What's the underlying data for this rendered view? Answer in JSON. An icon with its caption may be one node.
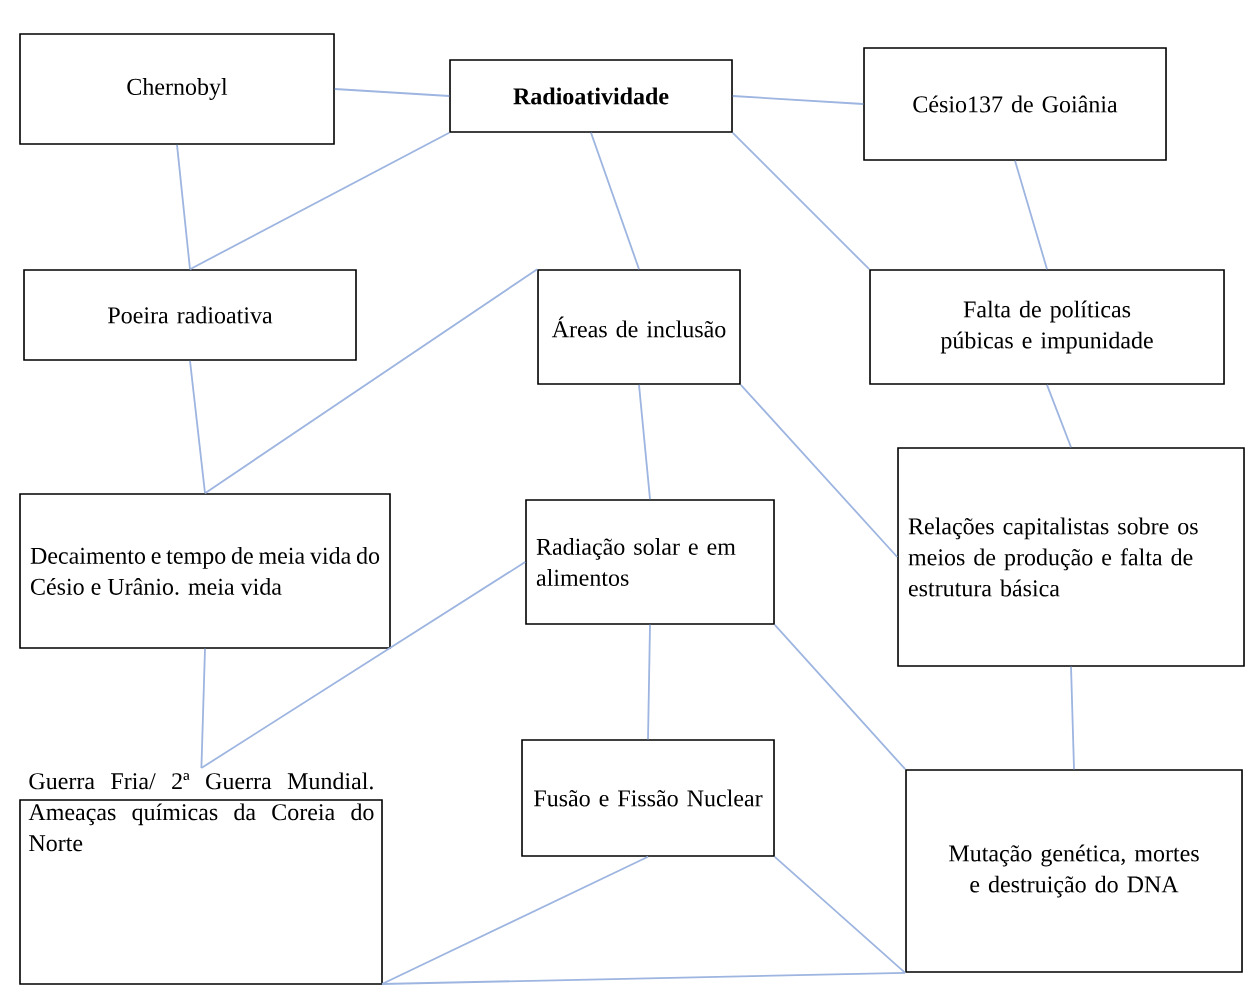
{
  "diagram": {
    "nodes": [
      {
        "text": [
          "Chernobyl"
        ]
      },
      {
        "text": [
          "Radioatividade"
        ]
      },
      {
        "text": [
          "Césio137 de Goiânia"
        ]
      },
      {
        "text": [
          "Poeira radioativa"
        ]
      },
      {
        "text": [
          "Áreas de inclusão"
        ]
      },
      {
        "text": [
          "Falta de políticas púbicas e impunidade"
        ]
      },
      {
        "text": [
          "Decaimento e tempo de meia vida do Césio e Urânio. meia vida"
        ]
      },
      {
        "text": [
          "Radiação solar e em alimentos"
        ]
      },
      {
        "text": [
          "Relações capitalistas sobre os meios de produção e falta de estrutura básica"
        ]
      },
      {
        "text": [
          "Guerra Fria/ 2ª Guerra Mundial. Ameaças químicas da Coreia do Norte"
        ]
      },
      {
        "text": [
          "Fusão e Fissão Nuclear"
        ]
      },
      {
        "text": [
          "Mutação genética, mortes e destruição do DNA"
        ]
      }
    ],
    "edges": [
      {
        "from": 0,
        "to": 1,
        "arrow": "none"
      },
      {
        "from": 1,
        "to": 2,
        "arrow": "none"
      },
      {
        "from": 0,
        "to": 3,
        "arrow": "none"
      },
      {
        "from": 1,
        "to": 3,
        "arrow": "none"
      },
      {
        "from": 1,
        "to": 4,
        "arrow": "none"
      },
      {
        "from": 1,
        "to": 5,
        "arrow": "none"
      },
      {
        "from": 2,
        "to": 5,
        "arrow": "none"
      },
      {
        "from": 4,
        "to": 6,
        "arrow": "none"
      },
      {
        "from": 3,
        "to": 6,
        "arrow": "none"
      },
      {
        "from": 5,
        "to": 8,
        "arrow": "none"
      },
      {
        "from": 4,
        "to": 8,
        "arrow": "none"
      },
      {
        "from": 4,
        "to": 7,
        "arrow": "none"
      },
      {
        "from": 6,
        "to": 9,
        "arrow": "none"
      },
      {
        "from": 7,
        "to": 9,
        "arrow": "none"
      },
      {
        "from": 7,
        "to": 10,
        "arrow": "none"
      },
      {
        "from": 7,
        "to": 11,
        "arrow": "none"
      },
      {
        "from": 8,
        "to": 11,
        "arrow": "none"
      },
      {
        "from": 10,
        "to": 11,
        "arrow": "none"
      },
      {
        "from": 10,
        "to": 9,
        "arrow": "none"
      },
      {
        "from": 11,
        "to": 9,
        "arrow": "none"
      }
    ]
  }
}
